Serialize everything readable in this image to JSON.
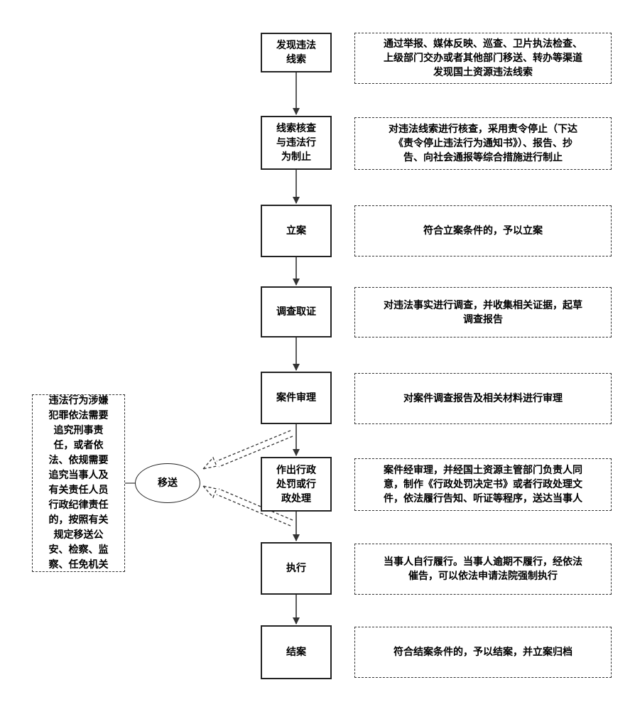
{
  "steps": [
    {
      "label": "发现违法\n线索",
      "note": "通过举报、媒体反映、巡查、卫片执法检查、\n上级部门交办或者其他部门移送、转办等渠道\n发现国土资源违法线索"
    },
    {
      "label": "线索核查\n与违法行\n为制止",
      "note": "对违法线索进行核查，采用责令停止（下达\n《责令停止违法行为通知书》）、报告、抄\n告、向社会通报等综合措施进行制止"
    },
    {
      "label": "立案",
      "note": "符合立案条件的，予以立案"
    },
    {
      "label": "调查取证",
      "note": "对违法事实进行调查，并收集相关证据，起草\n调查报告"
    },
    {
      "label": "案件审理",
      "note": "对案件调查报告及相关材料进行审理"
    },
    {
      "label": "作出行政\n处罚或行\n政处理",
      "note": "案件经审理，并经国土资源主管部门负责人同\n意，制作《行政处罚决定书》或者行政处理文\n件，依法履行告知、听证等程序，送达当事人"
    },
    {
      "label": "执行",
      "note": "当事人自行履行。当事人逾期不履行，经依法\n催告，可以依法申请法院强制执行"
    },
    {
      "label": "结案",
      "note": "符合结案条件的，予以结案，并立案归档"
    }
  ],
  "transfer": {
    "label": "移送",
    "note": "违法行为涉嫌\n犯罪依法需要\n追究刑事责\n任，或者依\n法、依规需要\n追究当事人及\n有关责任人员\n行政纪律责任\n的，按照有关\n规定移送公\n安、检察、监\n察、任免机关"
  }
}
